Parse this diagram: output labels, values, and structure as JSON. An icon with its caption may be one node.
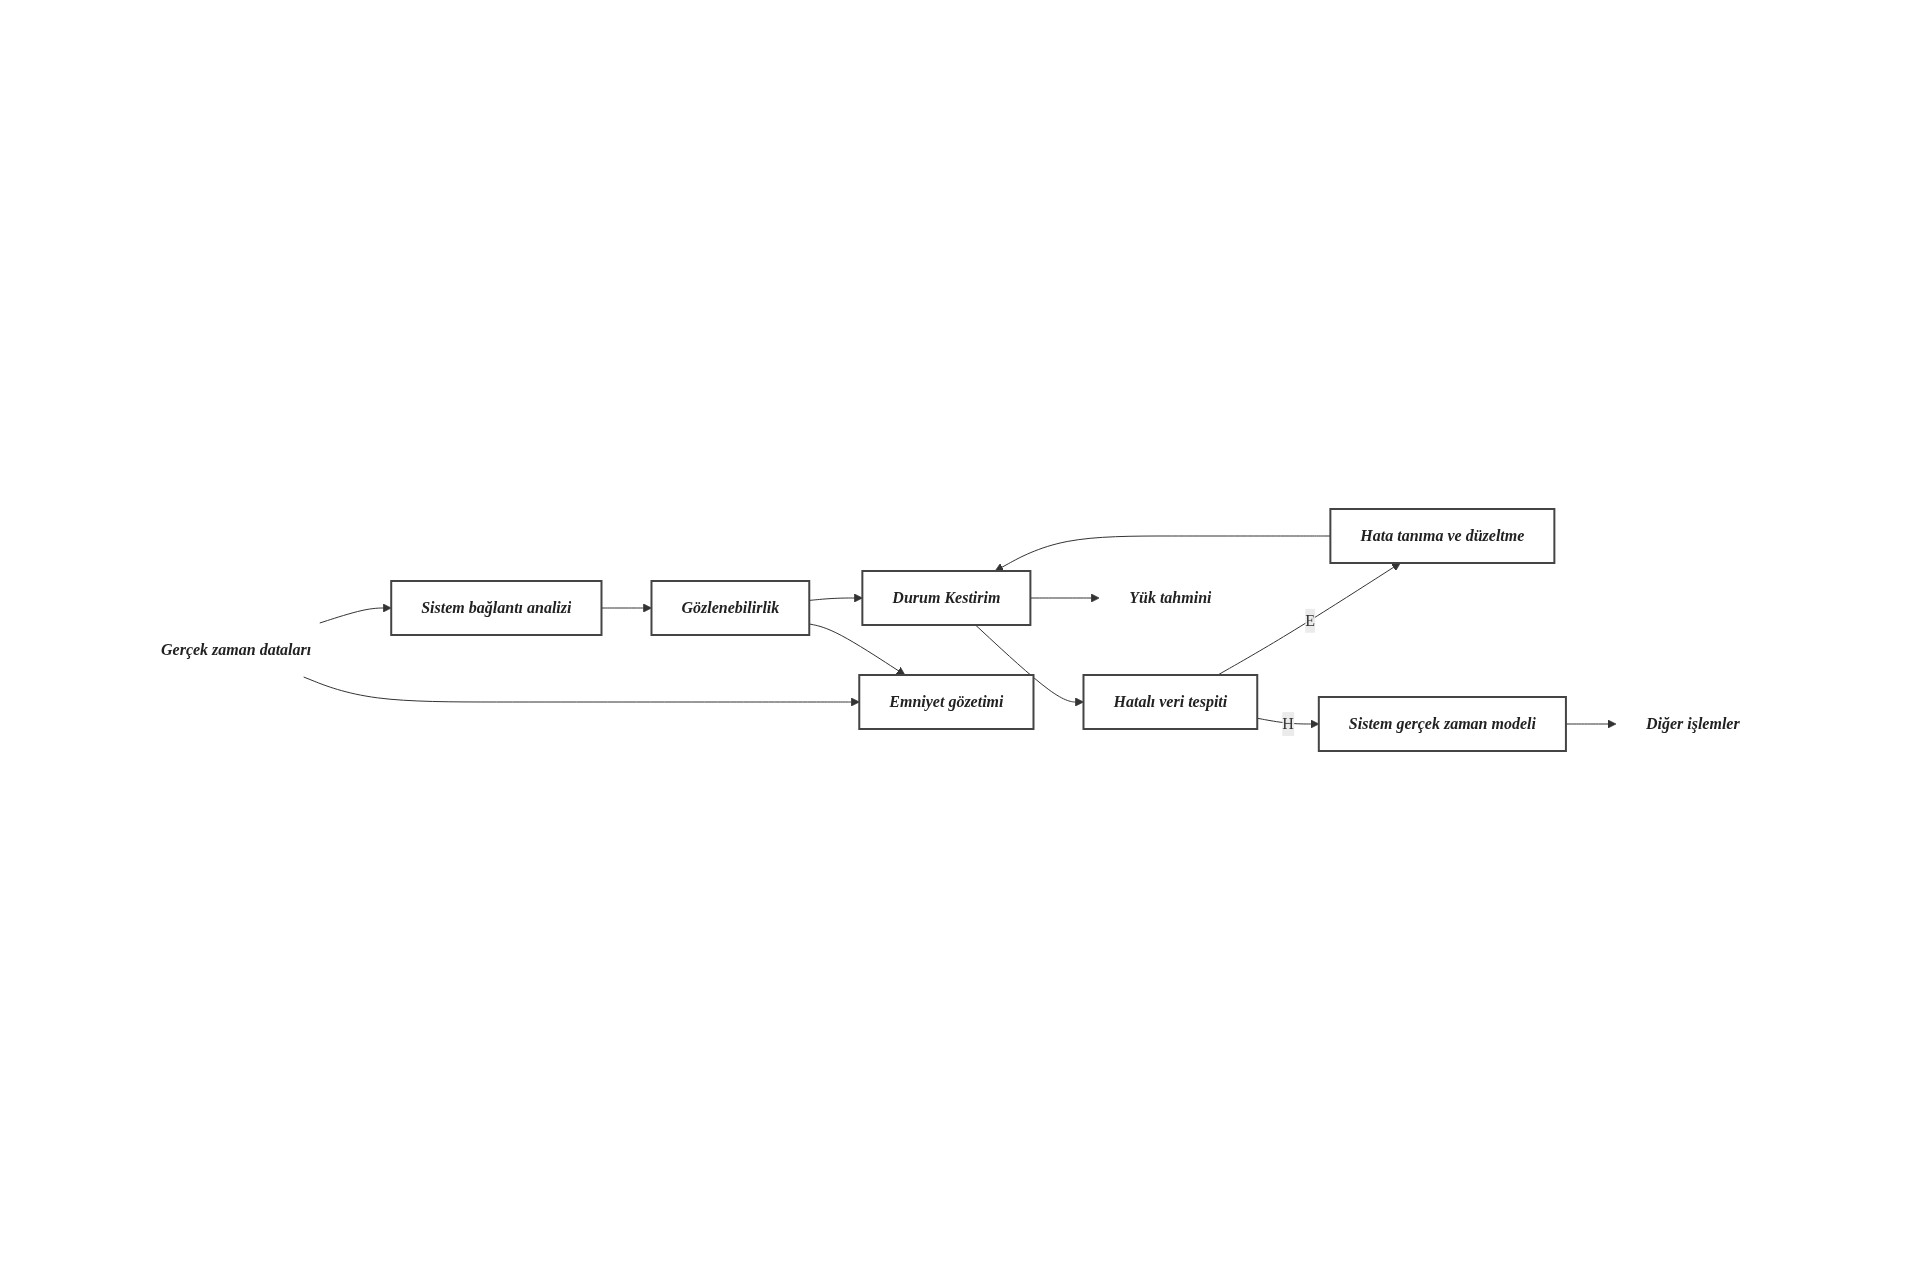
{
  "diagram": {
    "nodes": [
      {
        "text": [
          "Gerçek zaman dataları"
        ]
      },
      {
        "text": [
          "Sistem bağlantı analizi"
        ]
      },
      {
        "text": [
          "Gözlenebilirlik"
        ]
      },
      {
        "text": [
          "Durum Kestirim"
        ]
      },
      {
        "text": [
          "Hata tanıma ve düzeltme"
        ]
      },
      {
        "text": [
          "Hatalı veri tespiti"
        ]
      },
      {
        "text": [
          "Emniyet gözetimi"
        ]
      },
      {
        "text": [
          "Yük tahmini"
        ]
      },
      {
        "text": [
          "Sistem gerçek zaman modeli"
        ]
      },
      {
        "text": [
          "Diğer işlemler"
        ]
      }
    ],
    "edges": [
      {
        "from": 0,
        "to": 1,
        "arrow": "to"
      },
      {
        "from": 0,
        "to": 6,
        "arrow": "to"
      },
      {
        "from": 1,
        "to": 2,
        "arrow": "to"
      },
      {
        "from": 2,
        "to": 3,
        "arrow": "to"
      },
      {
        "from": 2,
        "to": 6,
        "arrow": "to"
      },
      {
        "from": 4,
        "to": 3,
        "arrow": "to"
      },
      {
        "from": 3,
        "to": 5,
        "arrow": "to"
      },
      {
        "from": 5,
        "to": 4,
        "arrow": "to",
        "label": "E"
      },
      {
        "from": 5,
        "to": 8,
        "arrow": "to",
        "label": "H"
      },
      {
        "from": 3,
        "to": 7,
        "arrow": "to"
      },
      {
        "from": 8,
        "to": 9,
        "arrow": "to"
      }
    ]
  }
}
